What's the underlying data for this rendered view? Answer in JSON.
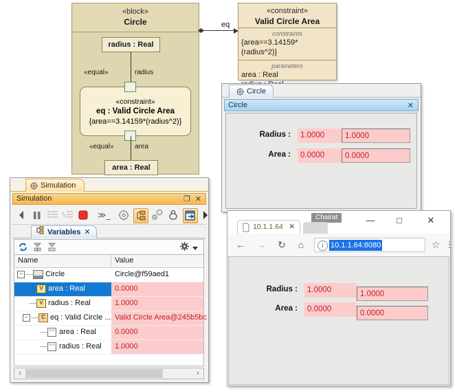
{
  "diagram": {
    "block": {
      "stereotype": "«block»",
      "name": "Circle",
      "port_radius": "radius : Real",
      "port_area": "area : Real",
      "edge_radius_stereotype": "«equal»",
      "edge_radius_label": "radius",
      "edge_area_stereotype": "«equal»",
      "edge_area_label": "area",
      "constraint_property": {
        "stereotype": "«constraint»",
        "name": "eq : Valid Circle Area",
        "expression": "{area==3.14159*(radius^2)}"
      }
    },
    "connector_label": "eq",
    "constraint_block": {
      "stereotype": "«constraint»",
      "name": "Valid Circle Area",
      "constraints_label": "constraints",
      "constraints_value": "{area==3.14159*(radius^2)}",
      "parameters_label": "parameters",
      "parameters": [
        "area : Real",
        "radius : Real"
      ]
    }
  },
  "circle_window": {
    "tab_label": "Circle",
    "tab_icon": "gear-icon",
    "title": "Circle",
    "close_label": "✕",
    "fields": [
      {
        "label": "Radius :",
        "display_value": "1.0000",
        "input_value": "1.0000"
      },
      {
        "label": "Area :",
        "display_value": "0.0000",
        "input_value": "0.0000"
      }
    ]
  },
  "simulation_window": {
    "tab_label": "Simulation",
    "tab_icon": "gear-icon",
    "title": "Simulation",
    "restore_label": "❐",
    "close_label": "✕",
    "toolbar": {
      "items": [
        {
          "name": "collapse-left-arrow",
          "glyph": "◀",
          "selected": false
        },
        {
          "name": "pause-button",
          "glyph": "❘❘",
          "selected": false
        },
        {
          "name": "step-into-button",
          "glyph": "",
          "selected": false
        },
        {
          "name": "step-over-button",
          "glyph": "",
          "selected": false
        },
        {
          "name": "stop-button",
          "glyph": "",
          "selected": false
        },
        {
          "name": "run-to-end-button",
          "glyph": "≫_",
          "selected": false
        },
        {
          "name": "gear-icon",
          "glyph": "",
          "selected": false
        },
        {
          "name": "show-variables-button",
          "glyph": "",
          "selected": true
        },
        {
          "name": "breakpoints-button",
          "glyph": "",
          "selected": false
        },
        {
          "name": "lock-icon",
          "glyph": "",
          "selected": false
        },
        {
          "name": "open-ui-button",
          "glyph": "",
          "selected": true
        },
        {
          "name": "expand-right-arrow",
          "glyph": "▶",
          "selected": false
        }
      ]
    },
    "variables_tab": {
      "label": "Variables",
      "close_label": "✕",
      "icon": "tree-icon"
    },
    "variables_toolbar": {
      "refresh_icon": "refresh-icon",
      "collapse_icon": "collapse-all-icon",
      "expand_icon": "expand-all-icon",
      "settings_icon": "gear-icon",
      "dropdown_icon": "chevron-down-icon"
    },
    "variables_table": {
      "columns": [
        "Name",
        "Value"
      ],
      "rows": [
        {
          "indent": 0,
          "expander": "−",
          "icon": "block-icon",
          "name": "Circle",
          "value": "Circle@f59aed1",
          "value_style": "plain",
          "selected": false
        },
        {
          "indent": 1,
          "expander": "",
          "icon": "value-icon",
          "name": "area : Real",
          "value": "0.0000",
          "value_style": "pink",
          "selected": true
        },
        {
          "indent": 1,
          "expander": "",
          "icon": "value-icon",
          "name": "radius : Real",
          "value": "1.0000",
          "value_style": "pink",
          "selected": false
        },
        {
          "indent": 1,
          "expander": "−",
          "icon": "constraint-icon",
          "name": "eq : Valid Circle ...",
          "value": "Valid Circle Area@245b5bc",
          "value_style": "pink",
          "selected": false
        },
        {
          "indent": 2,
          "expander": "",
          "icon": "parameter-icon",
          "name": "area : Real",
          "value": "0.0000",
          "value_style": "pink",
          "selected": false
        },
        {
          "indent": 2,
          "expander": "",
          "icon": "parameter-icon",
          "name": "radius : Real",
          "value": "1.0000",
          "value_style": "pink",
          "selected": false
        }
      ]
    },
    "hscrollbar": {
      "left_arrow": "‹",
      "right_arrow": "›"
    }
  },
  "browser_window": {
    "user_badge": "Chairat",
    "minimize_label": "—",
    "maximize_label": "□",
    "close_label": "✕",
    "tab": {
      "title": "10.1.1.64",
      "close_label": "✕",
      "favicon": "page-icon"
    },
    "nav": {
      "back_label": "←",
      "forward_label": "→",
      "reload_label": "↻",
      "home_label": "⌂",
      "info_label": "i",
      "url": "10.1.1.64:8080",
      "bookmark_label": "☆",
      "menu_label": "⋮"
    },
    "page_fields": [
      {
        "label": "Radius :",
        "display_value": "1.0000",
        "input_value": "1.0000"
      },
      {
        "label": "Area :",
        "display_value": "0.0000",
        "input_value": "0.0000"
      }
    ]
  },
  "colors": {
    "block_fill": "#ded6b0",
    "constraint_fill": "#f7f0d4",
    "pink_value": "#fccccc",
    "red_text": "#c22026",
    "selection_blue": "#1479d0",
    "sim_title_orange": "#f6b84e",
    "omnibox_selection": "#1a73e8"
  }
}
